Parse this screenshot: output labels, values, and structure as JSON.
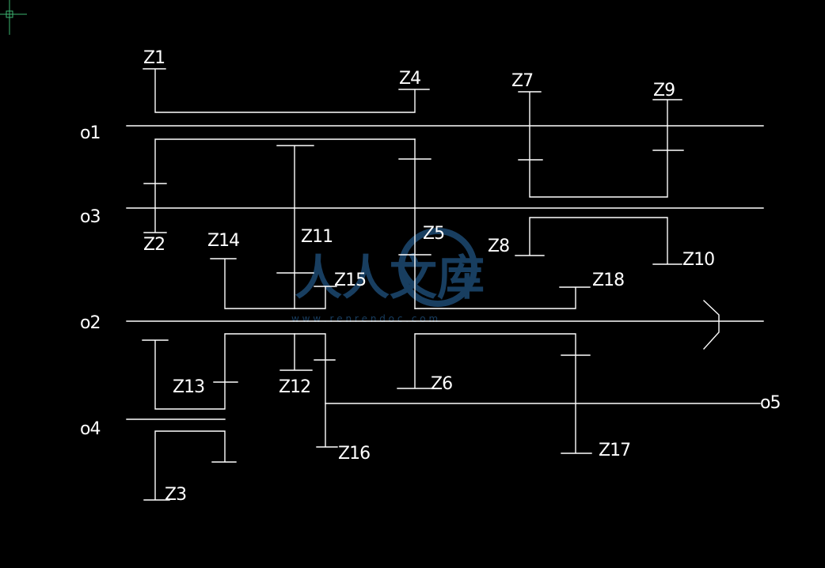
{
  "shafts": {
    "o1": "o1",
    "o3": "o3",
    "o2": "o2",
    "o4": "o4",
    "o5": "o5"
  },
  "gears": {
    "z1": "Z1",
    "z2": "Z2",
    "z3": "Z3",
    "z4": "Z4",
    "z5": "Z5",
    "z6": "Z6",
    "z7": "Z7",
    "z8": "Z8",
    "z9": "Z9",
    "z10": "Z10",
    "z11": "Z11",
    "z12": "Z12",
    "z13": "Z13",
    "z14": "Z14",
    "z15": "Z15",
    "z16": "Z16",
    "z17": "Z17",
    "z18": "Z18"
  },
  "watermark": {
    "logo_text": "人人文库",
    "url_text": "w w w . r e n r e n d o c . c o m"
  },
  "colors": {
    "background": "#000000",
    "lines": "#ffffff",
    "cursor": "#3cb371",
    "watermark": "#1f4e79"
  }
}
